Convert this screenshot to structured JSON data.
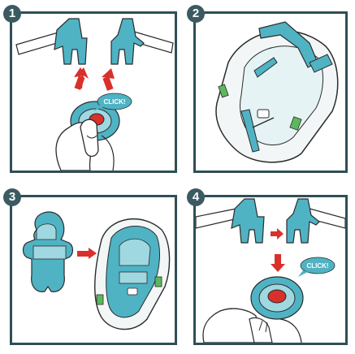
{
  "steps": [
    {
      "number": "1",
      "callout": "CLICK!"
    },
    {
      "number": "2"
    },
    {
      "number": "3"
    },
    {
      "number": "4",
      "callout": "CLICK!"
    }
  ],
  "colors": {
    "frame": "#2f4f57",
    "badge": "#3c5a61",
    "teal": "#4fb3c4",
    "teal_light": "#9fd8e0",
    "red": "#d9302b",
    "green": "#5cb85c",
    "outline": "#2b2b2b"
  },
  "icons": [
    "latch-connector-icon",
    "red-arrow-icon",
    "release-button-icon",
    "hand-icon",
    "infant-carrier-icon",
    "body-insert-cushion-icon",
    "speech-bubble-icon"
  ]
}
